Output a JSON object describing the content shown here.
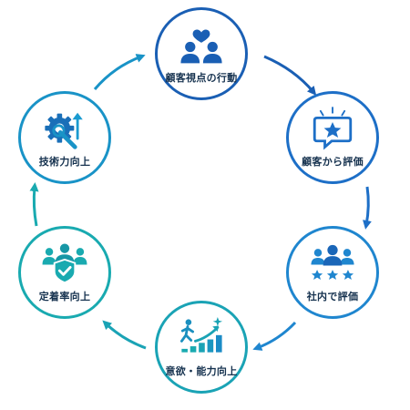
{
  "diagram": {
    "nodes": [
      {
        "label": "顧客視点の行動",
        "icon": "customer-heart-icon",
        "color": "#1a5fb4"
      },
      {
        "label": "顧客から評価",
        "icon": "star-speech-bubble-icon",
        "color": "#1d6fc7"
      },
      {
        "label": "社内で評価",
        "icon": "team-stars-icon",
        "color": "#1f86cf"
      },
      {
        "label": "意欲・能力向上",
        "icon": "growth-stairs-icon",
        "color": "#1aa3b5"
      },
      {
        "label": "定着率向上",
        "icon": "team-shield-icon",
        "color": "#19aab0"
      },
      {
        "label": "技術力向上",
        "icon": "gear-wrench-up-icon",
        "color": "#1993c7"
      }
    ]
  }
}
